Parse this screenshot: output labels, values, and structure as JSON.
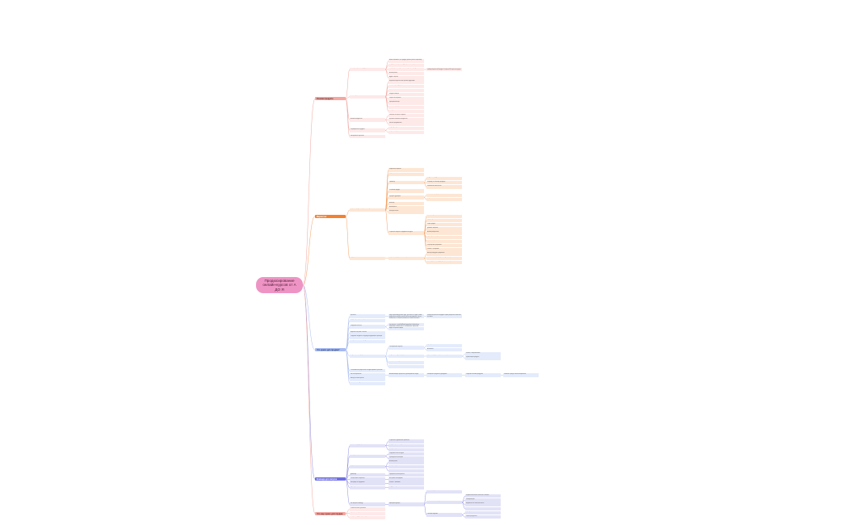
{
  "root": "Продюсирование онлайн-курсов от А ДО Я",
  "colors": {
    "b1": "#f7a6a0",
    "b2": "#f5802e",
    "b3": "#a6baf2",
    "b4": "#6f6fe0",
    "b5": "#f4a7a2",
    "root": "#ee94c4"
  },
  "branches": [
    {
      "label": "Основа продукта",
      "children": [
        {
          "label": "Позиционирование продукта",
          "children": [
            {
              "label": "Важно понимать, что продукт должен решать проблему"
            },
            {
              "label": "Определение целевой аудитории и ее потребностей"
            },
            {
              "label": "Формулирование уникального торгового предложения",
              "children": [
                {
                  "label": "Каждая целевая аудитория требует отдельного позиционирования продукта и отдельной воронки продаж"
                }
              ]
            },
            {
              "label": "Анализ рынка"
            },
            {
              "label": "Аудит и оценка"
            }
          ]
        },
        {
          "label": "Анализ ЦА",
          "children": [
            {
              "label": "Изучение потребностей целевой аудитории"
            },
            {
              "label": "Сегментация аудитории"
            },
            {
              "label": "Боли и желания клиентов"
            },
            {
              "label": "Портрет клиента"
            },
            {
              "label": "Опросы и интервью"
            },
            {
              "label": "Критерии выбора"
            },
            {
              "label": "Источники трафика"
            },
            {
              "label": "Поведение клиентов"
            }
          ]
        },
        {
          "label": "Анализ конкурентов",
          "children": [
            {
              "label": "Сильные и слабые стороны"
            },
            {
              "label": "Ценовая политика конкурентов"
            },
            {
              "label": "Каналы продвижения"
            }
          ]
        },
        {
          "label": "Формирование продукта",
          "children": [
            {
              "label": "Структура курса"
            },
            {
              "label": "Форматы обучения"
            }
          ]
        },
        {
          "label": "Методология обучения"
        }
      ]
    },
    {
      "label": "Маркетинг",
      "children": [
        {
          "label": "Воронка продаж и стратегия запуска",
          "children": [
            {
              "label": "Разработка воронки"
            },
            {
              "label": "Лид-магнит"
            },
            {
              "label": "Трипваер",
              "children": [
                {
                  "label": "Недорогой продукт"
                },
                {
                  "label": "Переход к основному продукту"
                },
                {
                  "label": "Повышение лояльности"
                }
              ]
            },
            {
              "label": "Основной продукт"
            },
            {
              "label": "Прогрев аудитории",
              "children": [
                {
                  "label": "Контент-план прогрева"
                },
                {
                  "label": "Сторителлинг и кейсы"
                }
              ]
            },
            {
              "label": "Вебинар"
            },
            {
              "label": "Автоворонка"
            },
            {
              "label": "Email-рассылка"
            },
            {
              "label": "Стратегия запуска и продвижения курса",
              "children": [
                {
                  "label": "Этапы запуска"
                },
                {
                  "label": "Предзапуск"
                },
                {
                  "label": "Старт продаж"
                },
                {
                  "label": "Дожим и закрытие"
                },
                {
                  "label": "Анализ результатов"
                },
                {
                  "label": "Таргетированная реклама"
                },
                {
                  "label": "Контент-маркетинг"
                },
                {
                  "label": "Партнерские программы"
                },
                {
                  "label": "Работа с блогерами"
                }
              ]
            }
          ]
        },
        {
          "label": "Продвижение",
          "children": [
            {
              "label": "Стратегия продвижения в соцсетях",
              "children": [
                {
                  "label": "Выбор площадок и форматов"
                },
                {
                  "label": "Контент-план и регулярность публикаций"
                },
                {
                  "label": "Взаимодействие с аудиторией и сообществом"
                }
              ]
            }
          ]
        }
      ]
    },
    {
      "label": "Что нужно для продаж?",
      "children": [
        {
          "label": "Ценность",
          "children": [
            {
              "label": "Какую проблему решает курс, для кого он создан, какие результаты получит ученик после прохождения, чем он отличается от курсов конкурентов, какие гарантии и бонусы",
              "children": [
                {
                  "label": "Раскрытие ценности продукта через результаты клиентов и отзывы"
                }
              ]
            }
          ]
        },
        {
          "label": "Продающая презентация"
        },
        {
          "label": "Создание контента",
          "children": [
            {
              "label": "Контент-план и структура публикаций, регулярность и системность, разнообразие форматов, вовлечение аудитории, экспертность, сторителлинг, вирусный потенциал и репосты, взаимодействие с комментариями"
            },
            {
              "label": "Видео и прямые эфиры"
            }
          ]
        },
        {
          "label": "Ведение соцсетей и блогов"
        },
        {
          "label": "Создание лендинга и структура продающей страницы"
        },
        {
          "label": "Построение системы продаж"
        },
        {
          "label": "Подготовка к запуску",
          "children": [
            {
              "label": "Тестирование воронки",
              "children": [
                {
                  "label": "Проверка всех этапов"
                },
                {
                  "label": "Аналитика"
                }
              ]
            },
            {
              "label": "Подготовка отдела продаж",
              "children": [
                {
                  "label": "Скрипты продаж и обработка возражений",
                  "children": [
                    {
                      "label": "Работа с возражениями"
                    },
                    {
                      "label": "Презентация продукта"
                    }
                  ]
                }
              ]
            },
            {
              "label": "Аналитика и метрики"
            },
            {
              "label": "CRM-система"
            }
          ]
        },
        {
          "label": "Отслеживание результатов и корректировка стратегии"
        },
        {
          "label": "Масштабирование",
          "children": [
            {
              "label": "Автоматизация процессов и делегирование задач",
              "children": [
                {
                  "label": "Повторные продажи и допродажи",
                  "children": [
                    {
                      "label": "Создание линейки продуктов",
                      "children": [
                        {
                          "label": "Развитие бренда и масштабирование"
                        }
                      ]
                    }
                  ]
                }
              ]
            }
          ]
        },
        {
          "label": "Выход на новые рынки"
        },
        {
          "label": "Работа с командой"
        }
      ]
    },
    {
      "label": "Команда для запуска",
      "children": [
        {
          "label": "Основной продюсер",
          "children": [
            {
              "label": "Стратегия и управление проектом"
            },
            {
              "label": "Координация команды"
            },
            {
              "label": "Контроль сроков"
            }
          ]
        },
        {
          "label": "Эксперт",
          "children": [
            {
              "label": "Создание контента курса"
            },
            {
              "label": "Проведение вебинаров"
            }
          ]
        },
        {
          "label": "Маркетолог",
          "children": [
            {
              "label": "Анализ рынка"
            },
            {
              "label": "Настройка рекламы"
            },
            {
              "label": "Аналитика"
            }
          ]
        },
        {
          "label": "Дизайнер",
          "children": [
            {
              "label": "Оформление материалов"
            }
          ]
        },
        {
          "label": "Технический специалист",
          "children": [
            {
              "label": "Настройка платформы"
            }
          ]
        },
        {
          "label": "Менеджер по продажам",
          "children": [
            {
              "label": "Работа с заявками"
            }
          ]
        },
        {
          "label": "Куратор",
          "children": [
            {
              "label": "Поддержка учеников"
            }
          ]
        },
        {
          "label": "Как выбрать команду",
          "children": [
            {
              "label": "Критерии подбора",
              "children": [
                {
                  "label": "Опыт и портфолио"
                },
                {
                  "label": "Навыки и компетенции",
                  "children": [
                    {
                      "label": "Профессиональные качества и навыки"
                    },
                    {
                      "label": "Коммуникация"
                    },
                    {
                      "label": "Надежность и ответственность"
                    },
                    {
                      "label": "Гибкость"
                    }
                  ]
                },
                {
                  "label": "Тестовое задание",
                  "children": [
                    {
                      "label": "Проверка навыков"
                    },
                    {
                      "label": "Оценка результата"
                    }
                  ]
                }
              ]
            }
          ]
        }
      ]
    },
    {
      "label": "Что еще нужно для продаж курса?",
      "children": [
        {
          "label": "Отзывы и кейсы учеников"
        },
        {
          "label": "Гарантии возврата"
        },
        {
          "label": "Бонусы и подарки при покупке"
        }
      ]
    }
  ]
}
